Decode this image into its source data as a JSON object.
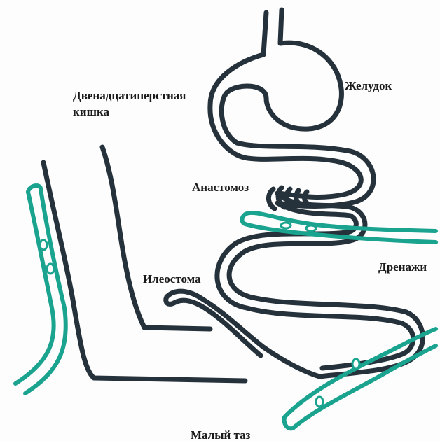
{
  "colors": {
    "gut": "#26323b",
    "drain": "#1aa38f",
    "paper": "#fdfdfd"
  },
  "labels": {
    "duodenum_line1": "Двенадцатиперстная",
    "duodenum_line2": "кишка",
    "stomach": "Желудок",
    "anastomosis": "Анастомоз",
    "drains": "Дренажи",
    "ileostomy": "Илеостома",
    "pelvis": "Малый таз"
  }
}
